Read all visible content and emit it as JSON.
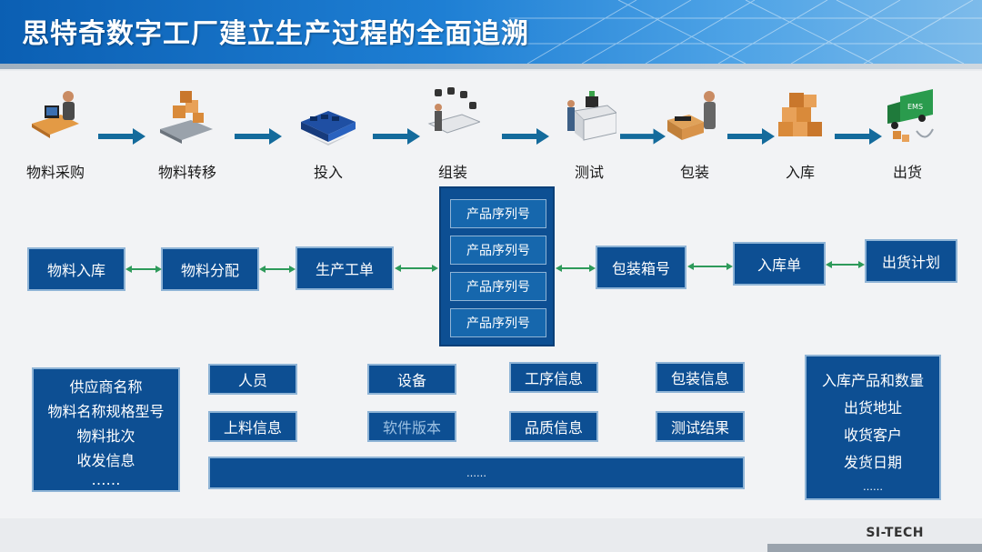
{
  "title": "思特奇数字工厂建立生产过程的全面追溯",
  "process_steps": [
    {
      "label": "物料采购",
      "icon": "purchasing-worker-icon"
    },
    {
      "label": "物料转移",
      "icon": "material-transfer-conveyor-icon"
    },
    {
      "label": "投入",
      "icon": "material-input-bins-icon"
    },
    {
      "label": "组装",
      "icon": "assembly-workstation-icon"
    },
    {
      "label": "测试",
      "icon": "testing-machine-icon"
    },
    {
      "label": "包装",
      "icon": "packaging-worker-icon"
    },
    {
      "label": "入库",
      "icon": "warehouse-boxes-icon"
    },
    {
      "label": "出货",
      "icon": "ems-delivery-truck-icon"
    }
  ],
  "records": {
    "material_inbound": "物料入库",
    "material_allocation": "物料分配",
    "work_order": "生产工单",
    "serial_numbers": [
      "产品序列号",
      "产品序列号",
      "产品序列号",
      "产品序列号"
    ],
    "package_box_no": "包装箱号",
    "inbound_order": "入库单",
    "shipping_plan": "出货计划"
  },
  "supplier_info": [
    "供应商名称",
    "物料名称规格型号",
    "物料批次",
    "收发信息",
    "……"
  ],
  "trace_items": {
    "personnel": "人员",
    "equipment": "设备",
    "process_info": "工序信息",
    "packaging_info": "包装信息",
    "feeding_info": "上料信息",
    "software_version": "软件版本",
    "quality_info": "品质信息",
    "test_results": "测试结果",
    "more": "……"
  },
  "shipping_info": [
    "入库产品和数量",
    "出货地址",
    "收货客户",
    "发货日期",
    "……"
  ],
  "footer_brand": "SI-TECH",
  "colors": {
    "header_blue": "#0b5fb3",
    "box_blue": "#0d4f93",
    "arrow_teal": "#146b9c",
    "link_green": "#2e9a5a"
  }
}
